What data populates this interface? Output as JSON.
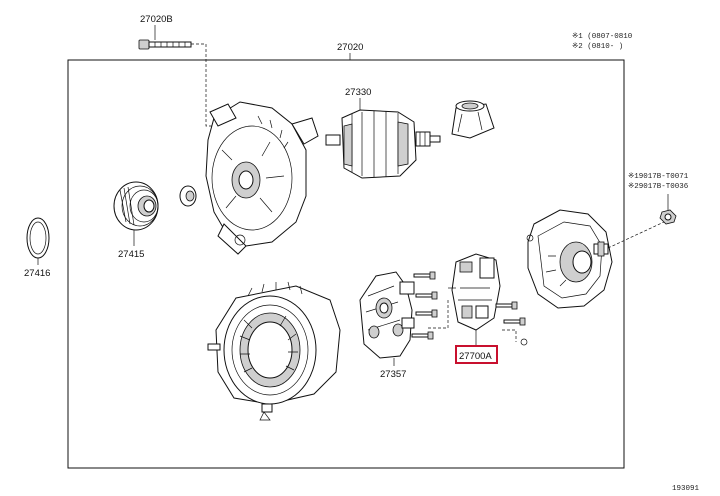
{
  "parts": {
    "p27020": "27020",
    "p27020B": "27020B",
    "p27330": "27330",
    "p27415": "27415",
    "p27416": "27416",
    "p27357": "27357",
    "p27700A": "27700A"
  },
  "notes": {
    "top_right_1": "※1 (0807-0810",
    "top_right_2": "※2 (0810-    )",
    "bolt_1": "※19017B-T0071",
    "bolt_2": "※29017B-T0036"
  },
  "footer": {
    "code": "193091"
  },
  "colors": {
    "highlight": "#c8102e",
    "line": "#111111"
  }
}
